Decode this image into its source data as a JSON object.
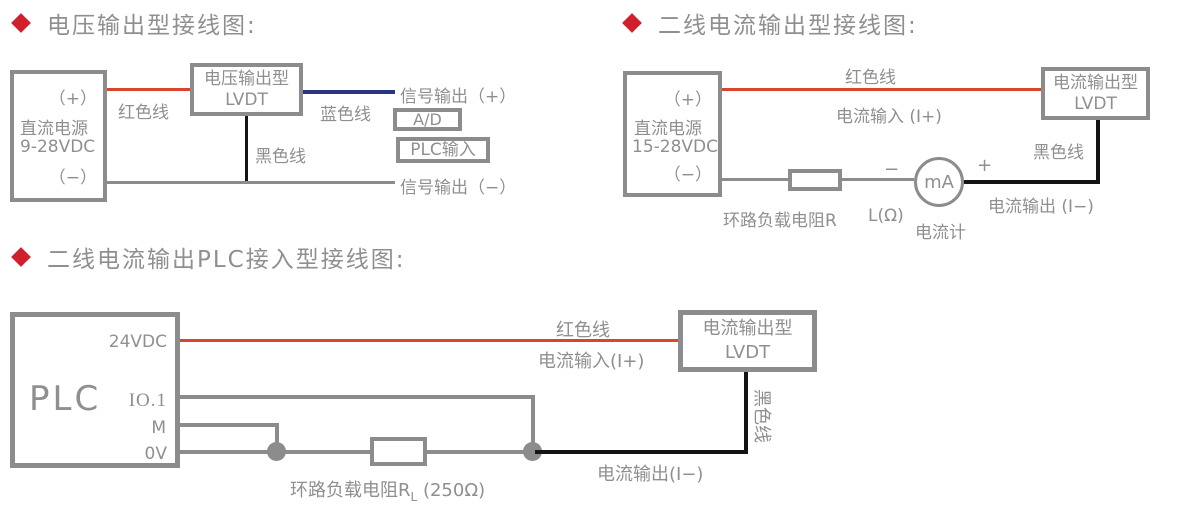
{
  "colors": {
    "wire-red": "#d8462c",
    "wire-blue": "#2b3583",
    "wire-black": "#141414",
    "line-gray": "#8c8c8c",
    "text-gray": "#8f8f8f",
    "bullet-red": "#d0202e"
  },
  "diagram1": {
    "title": "电压输出型接线图:",
    "power": {
      "plus": "（+）",
      "name": "直流电源",
      "range": "9-28VDC",
      "minus": "（−）"
    },
    "lvdt": {
      "line1": "电压输出型",
      "line2": "LVDT"
    },
    "wire_labels": {
      "red": "红色线",
      "blue": "蓝色线",
      "black": "黑色线"
    },
    "outputs": {
      "signal_plus": "信号输出（+）",
      "signal_minus": "信号输出（−）"
    },
    "ad_box": "A/D",
    "plc_box": "PLC输入"
  },
  "diagram2": {
    "title": "二线电流输出型接线图:",
    "power": {
      "plus": "（+）",
      "name": "直流电源",
      "range": "15-28VDC",
      "minus": "（−）"
    },
    "lvdt": {
      "line1": "电流输出型",
      "line2": "LVDT"
    },
    "wire_labels": {
      "red": "红色线",
      "black": "黑色线"
    },
    "current_in": "电流输入 (I+)",
    "current_out": "电流输出 (I−)",
    "resistor_label": "环路负载电阻R",
    "resistor_unit": "L(Ω)",
    "meter": {
      "face": "mA",
      "name": "电流计",
      "plus": "+",
      "minus": "−"
    }
  },
  "diagram3": {
    "title": "二线电流输出PLC接入型接线图:",
    "plc": {
      "name": "PLC",
      "t_24vdc": "24VDC",
      "t_io1": "IO.1",
      "t_m": "M",
      "t_0v": "0V"
    },
    "lvdt": {
      "line1": "电流输出型",
      "line2": "LVDT"
    },
    "wire_labels": {
      "red": "红色线",
      "black": "黑色线"
    },
    "current_in": "电流输入(I+)",
    "current_out": "电流输出(I−)",
    "resistor_label": "环路负载电阻R",
    "resistor_sub": "L",
    "resistor_value": "(250Ω)"
  }
}
